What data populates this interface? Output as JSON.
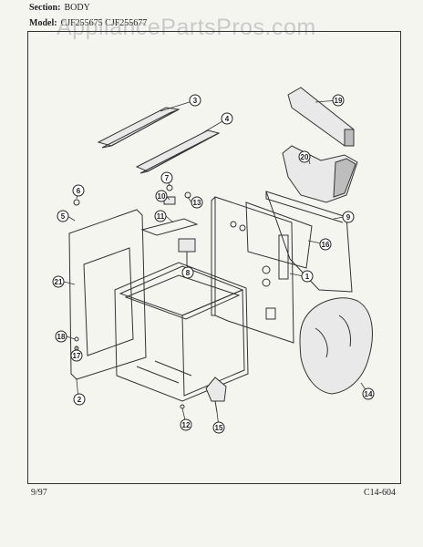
{
  "header": {
    "section_label": "Section:",
    "section_value": "BODY",
    "model_label": "Model:",
    "model_value": "CJF255675 CJF255677"
  },
  "watermark": "AppliancePartsPros.com",
  "footer": {
    "date": "9/97",
    "code": "C14-604"
  },
  "callouts": [
    "1",
    "2",
    "3",
    "4",
    "5",
    "6",
    "7",
    "8",
    "9",
    "10",
    "11",
    "12",
    "13",
    "14",
    "15",
    "16",
    "17",
    "18",
    "19",
    "20",
    "21"
  ]
}
